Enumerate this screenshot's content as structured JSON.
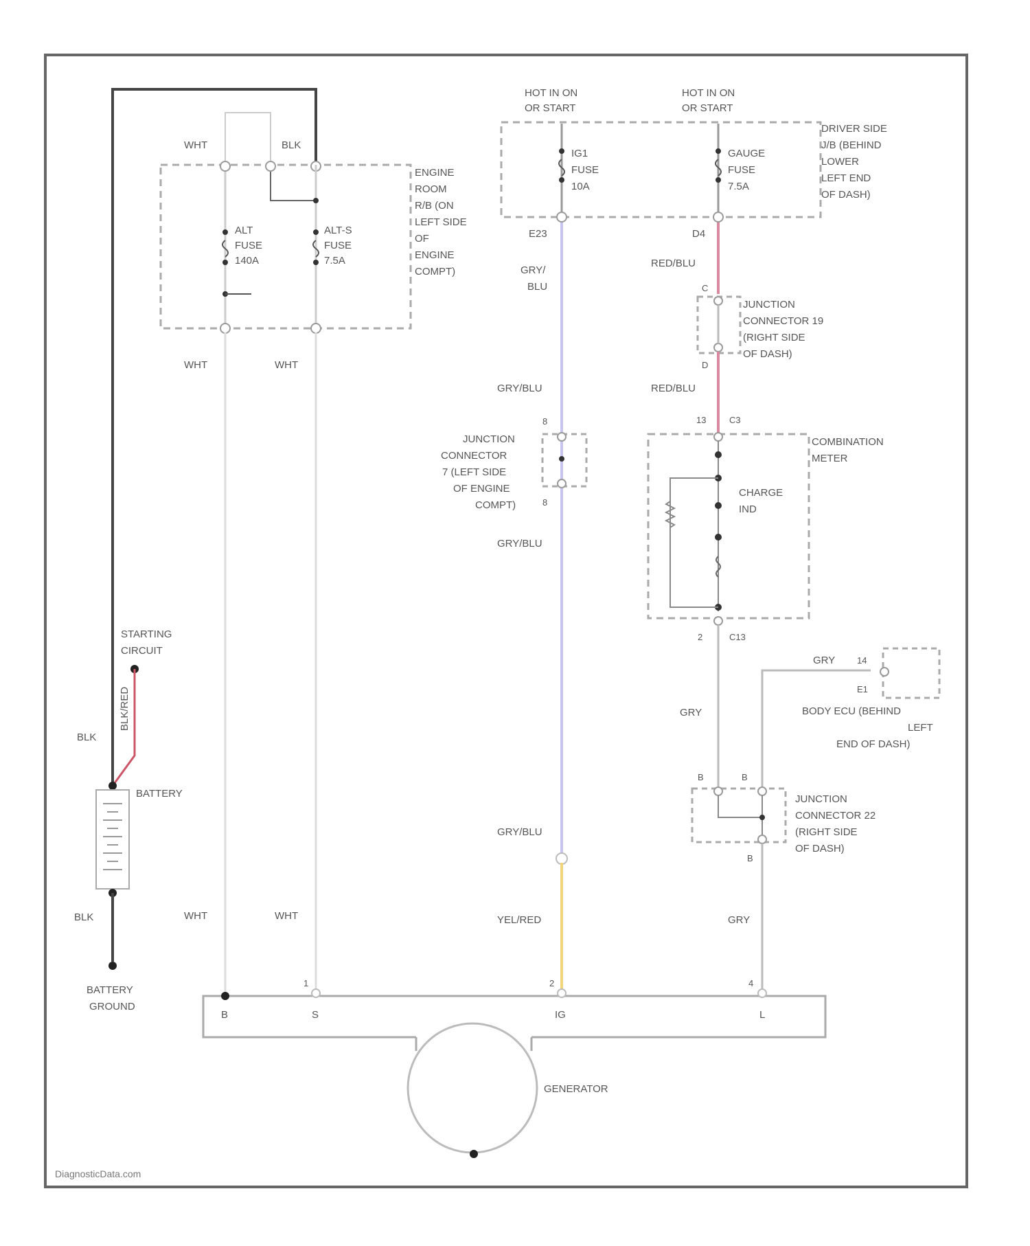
{
  "labels": {
    "hot_1": [
      "HOT IN ON",
      "OR START"
    ],
    "hot_2": [
      "HOT IN ON",
      "OR START"
    ],
    "driver_side_jb": [
      "DRIVER SIDE",
      "J/B (BEHIND",
      "LOWER",
      "LEFT END",
      "OF DASH)"
    ],
    "ign_fuse": [
      "IG1",
      "FUSE",
      "10A"
    ],
    "gauge_fuse": [
      "GAUGE",
      "FUSE",
      "7.5A"
    ],
    "pin_e23": "E23",
    "pin_d4": "D4",
    "engine_room_rb": [
      "ENGINE",
      "ROOM",
      "R/B (ON",
      "LEFT SIDE",
      "OF",
      "ENGINE",
      "COMPT)"
    ],
    "alt_fuse": [
      "ALT",
      "FUSE",
      "140A"
    ],
    "alts_fuse": [
      "ALT-S",
      "FUSE",
      "7.5A"
    ],
    "wht_top": "WHT",
    "blk_top": "BLK",
    "wht_a": "WHT",
    "wht_b": "WHT",
    "wht_c": "WHT",
    "wht_d": "WHT",
    "gry_blu_1": [
      "GRY/",
      "BLU"
    ],
    "gry_blu_2": "GRY/BLU",
    "gry_blu_3": "GRY/BLU",
    "gry_blu_4": "GRY/BLU",
    "yel_red": "YEL/RED",
    "red_blu_1": "RED/BLU",
    "red_blu_2": "RED/BLU",
    "jc_19": [
      "JUNCTION",
      "CONNECTOR 19",
      "(RIGHT SIDE",
      "OF DASH)"
    ],
    "jc_7": [
      "JUNCTION",
      "CONNECTOR",
      "7 (LEFT SIDE",
      "OF ENGINE",
      "COMPT)"
    ],
    "combo_meter": [
      "COMBINATION",
      "METER"
    ],
    "charge_ind": [
      "CHARGE",
      "IND"
    ],
    "pin_c3": "C3",
    "pin_c13": "C13",
    "pin_13": "13",
    "pin_8": "8",
    "pin_8b": "8",
    "pin_c": "C",
    "pin_c2": "C",
    "pin_d": "D",
    "pin_b": "B",
    "pin_b2": "B",
    "pin_b3": "B",
    "pin_14": "14",
    "pin_e1": "E1",
    "pin_1": "1",
    "pin_2": "2",
    "pin_4": "4",
    "gry_1": "GRY",
    "gry_2": "GRY",
    "gry_3": "GRY",
    "body_ecu": [
      "BODY ECU (BEHIND",
      "LEFT",
      "END OF DASH)"
    ],
    "jc_22": [
      "JUNCTION",
      "CONNECTOR 22",
      "(RIGHT SIDE",
      "OF DASH)"
    ],
    "starting_circuit": [
      "STARTING",
      "CIRCUIT"
    ],
    "blk_red": "BLK/RED",
    "blk_left": "BLK",
    "blk_bottom": "BLK",
    "battery": "BATTERY",
    "battery_ground": [
      "BATTERY",
      "GROUND"
    ],
    "gen_b": "B",
    "gen_s": "S",
    "gen_ig": "IG",
    "gen_l": "L",
    "generator": "GENERATOR",
    "watermark": "DiagnosticData.com"
  },
  "wire_colors": {
    "gry_blu": "#c8c4f0",
    "yel_red": "#f2d57a",
    "red_blu": "#d98aa0",
    "blk_red": "#cc5566",
    "black": "#333333",
    "wht": "#dddddd",
    "gry": "#bbbbbb"
  }
}
